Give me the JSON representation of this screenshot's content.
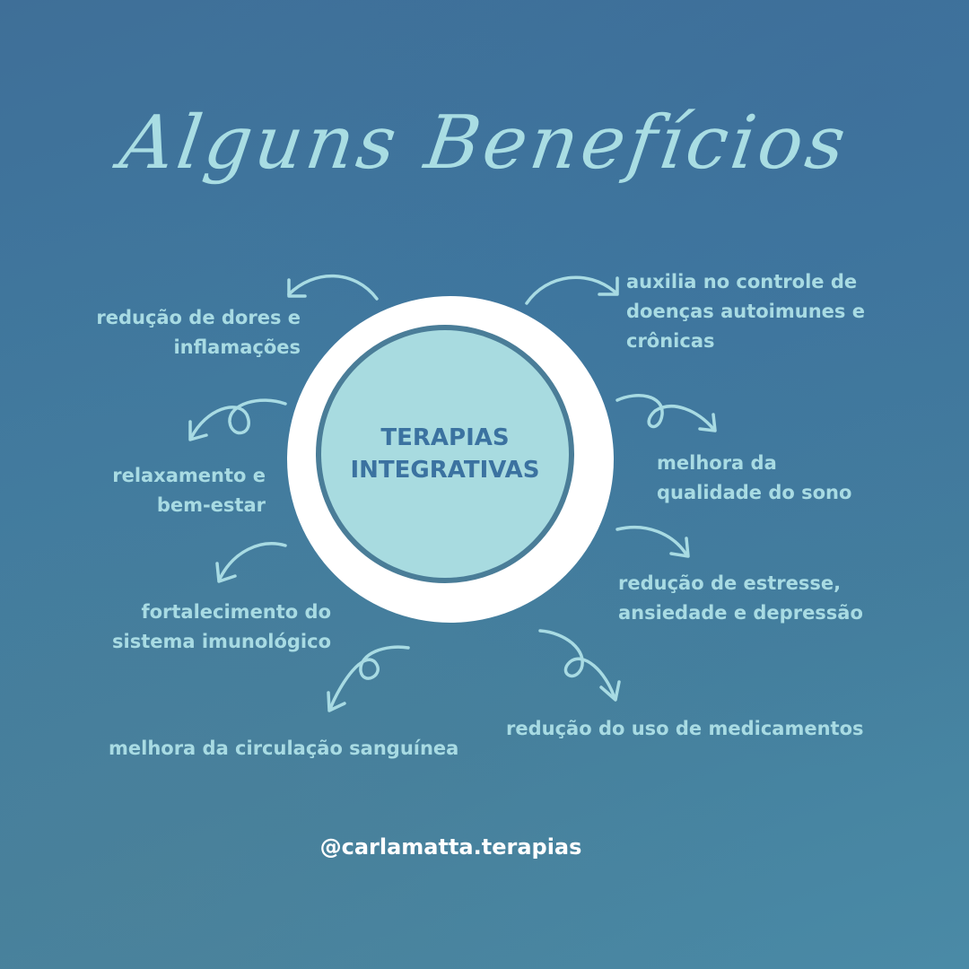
{
  "title": "Alguns Benefícios",
  "center": {
    "line1": "TERAPIAS",
    "line2": "INTEGRATIVAS"
  },
  "benefits": [
    "redução de dores e\ninflamações",
    "auxilia no controle de\ndoenças autoimunes e\ncrônicas",
    "relaxamento e\nbem-estar",
    "melhora da\nqualidade do sono",
    "fortalecimento do\nsistema imunológico",
    "redução de estresse,\nansiedade  e depressão",
    "melhora da circulação sanguínea",
    "redução do uso de medicamentos"
  ],
  "handle": "@carlamatta.terapias",
  "colors": {
    "accent": "#a8dbe3",
    "center_text": "#3b72a0",
    "background": "#3f78a0"
  }
}
